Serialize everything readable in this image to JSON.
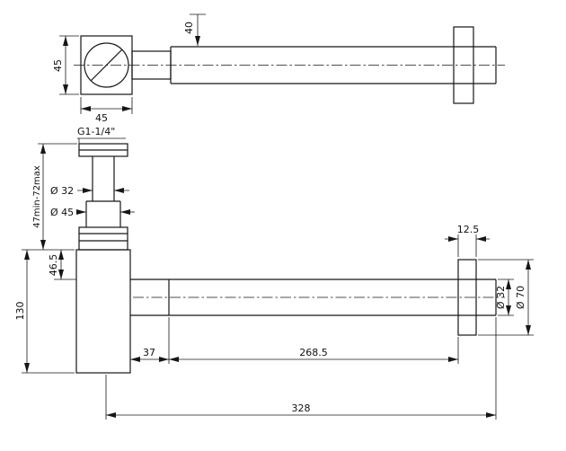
{
  "meta": {
    "title": "Bottle trap siphon technical drawing"
  },
  "drawing": {
    "top_view": {
      "dims": {
        "body_height": "45",
        "body_width": "45",
        "tube_od": "40"
      }
    },
    "front_view": {
      "thread_label": "G1-1/4\"",
      "dims": {
        "inlet_id": "Ø 32",
        "inlet_od": "Ø 45",
        "adjust_range": "47min-72max",
        "outlet_drop": "46.5",
        "body_height": "130",
        "flange_thickness": "12.5",
        "outlet_od": "Ø 32",
        "flange_od": "Ø 70",
        "body_to_joint": "37",
        "joint_to_flange": "268.5",
        "overall_length": "328"
      }
    }
  }
}
